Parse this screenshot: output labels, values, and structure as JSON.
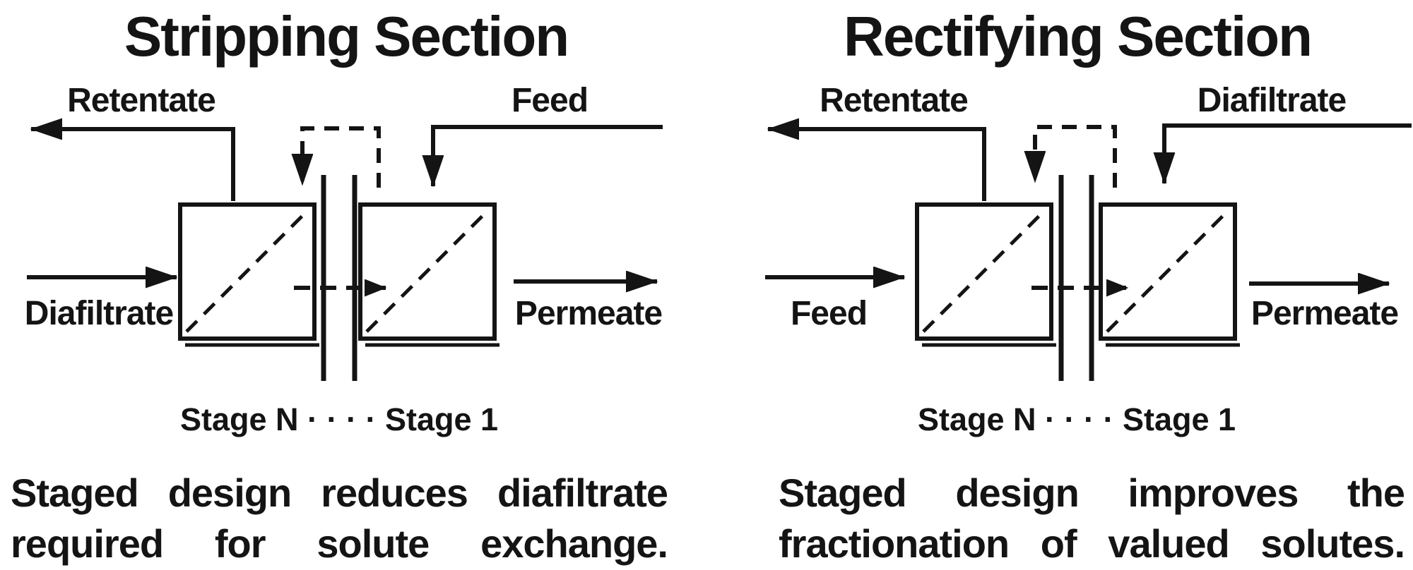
{
  "colors": {
    "ink": "#141414",
    "background": "#ffffff"
  },
  "sections": [
    {
      "id": "stripping",
      "title": "Stripping Section",
      "labels": {
        "top_left": "Retentate",
        "top_right": "Feed",
        "mid_left": "Diafiltrate",
        "mid_right": "Permeate"
      },
      "stage_line": "Stage N · · · ·  Stage 1",
      "caption_lines": [
        "Staged design reduces diafiltrate",
        "required for solute exchange."
      ]
    },
    {
      "id": "rectifying",
      "title": "Rectifying Section",
      "labels": {
        "top_left": "Retentate",
        "top_right": "Diafiltrate",
        "mid_left": "Feed",
        "mid_right": "Permeate"
      },
      "stage_line": "Stage N · · · ·  Stage 1",
      "caption_lines": [
        "Staged design improves the",
        "fractionation of valued solutes."
      ]
    }
  ]
}
